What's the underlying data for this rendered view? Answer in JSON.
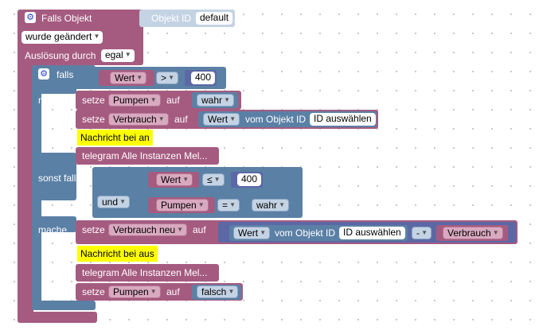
{
  "trigger": {
    "title": "Falls Objekt",
    "object_label": "Objekt ID",
    "object_value": "default",
    "change_option": "wurde geändert",
    "trigger_label": "Auslösung durch",
    "trigger_option": "egal"
  },
  "if_block": {
    "falls_label": "falls",
    "cond1": {
      "var": "Wert",
      "op": ">",
      "value": "400"
    },
    "mache_label": "mache",
    "then1": [
      {
        "setze": "setze",
        "var": "Pumpen",
        "auf": "auf",
        "value": "wahr"
      },
      {
        "setze": "setze",
        "var": "Verbrauch",
        "auf": "auf",
        "value": "Wert",
        "vom": "vom Objekt ID",
        "id": "ID auswählen"
      }
    ],
    "note1": "Nachricht bei an",
    "telegram1": "telegram Alle Instanzen Mel...",
    "sonst_label": "sonst falls",
    "cond2": {
      "var": "Wert",
      "op": "≤",
      "value": "400",
      "und": "und",
      "var2": "Pumpen",
      "op2": "=",
      "value2": "wahr"
    },
    "mache2_label": "mache",
    "then2": {
      "setze": "setze",
      "var": "Verbrauch neu",
      "auf": "auf",
      "value": "Wert",
      "vom": "vom Objekt ID",
      "id": "ID auswählen",
      "minus": "-",
      "var2": "Verbrauch"
    },
    "note2": "Nachricht bei aus",
    "telegram2": "telegram Alle Instanzen Mel...",
    "then3": {
      "setze": "setze",
      "var": "Pumpen",
      "auf": "auf",
      "value": "falsch"
    }
  },
  "colors": {
    "trigger": "#a55b80",
    "control": "#5b80a5",
    "note": "#ffff00",
    "math": "#5c68a6"
  }
}
